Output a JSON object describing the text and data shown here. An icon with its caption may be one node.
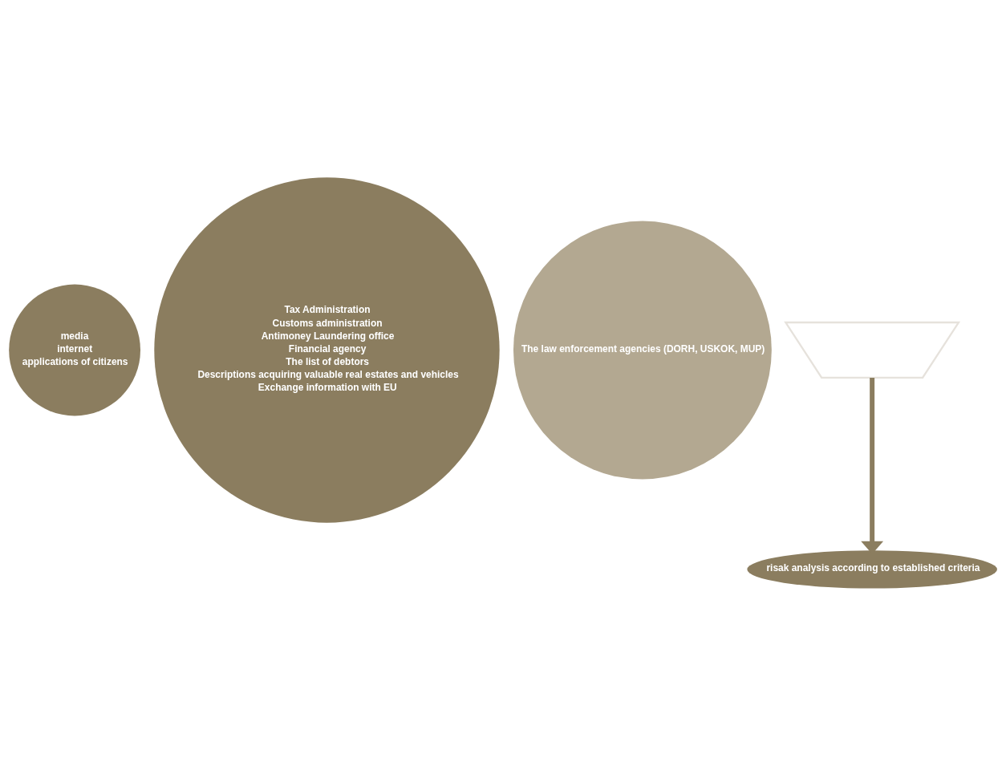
{
  "diagram": {
    "nodes": [
      {
        "text": [
          "media",
          "internet",
          "applications of citizens"
        ]
      },
      {
        "text": [
          "Tax Administration",
          "Customs administration",
          "Antimoney Laundering office",
          "Financial agency",
          "The list of debtors",
          "Descriptions acquiring valuable real estates and vehicles",
          "Exchange information with EU"
        ]
      },
      {
        "text": [
          "The law enforcement agencies (DORH, USKOK, MUP)"
        ]
      },
      {
        "text": [],
        "shape": "funnel"
      },
      {
        "text": [
          "risak analysis according to established criteria"
        ]
      }
    ],
    "edges": [
      {
        "from": 3,
        "to": 4,
        "arrow": "to"
      }
    ]
  }
}
